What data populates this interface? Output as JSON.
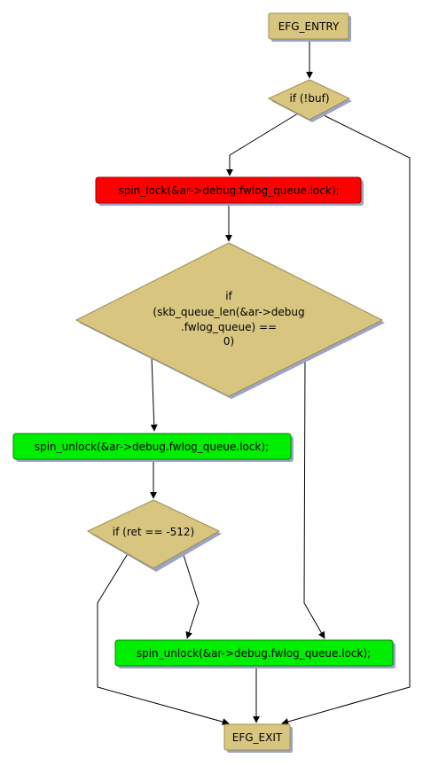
{
  "colors": {
    "terminal_fill": "#d8c680",
    "terminal_stroke": "#a08c4a",
    "decision_fill": "#d8c680",
    "decision_stroke": "#a08c4a",
    "error_fill": "#ff0000",
    "ok_fill": "#00ee00",
    "shadow": "#9aa4c8",
    "edge": "#000000"
  },
  "nodes": {
    "entry": {
      "label": "EFG_ENTRY"
    },
    "check_buf": {
      "label": "if (!buf)"
    },
    "spin_lock": {
      "label": "spin_lock(&ar->debug.fwlog_queue.lock);"
    },
    "check_queue": {
      "line1": "if",
      "line2": "(skb_queue_len(&ar->debug",
      "line3": ".fwlog_queue) ==",
      "line4": "0)"
    },
    "unlock_1": {
      "label": "spin_unlock(&ar->debug.fwlog_queue.lock);"
    },
    "check_ret": {
      "label": "if (ret == -512)"
    },
    "unlock_2": {
      "label": "spin_unlock(&ar->debug.fwlog_queue.lock);"
    },
    "exit": {
      "label": "EFG_EXIT"
    }
  }
}
